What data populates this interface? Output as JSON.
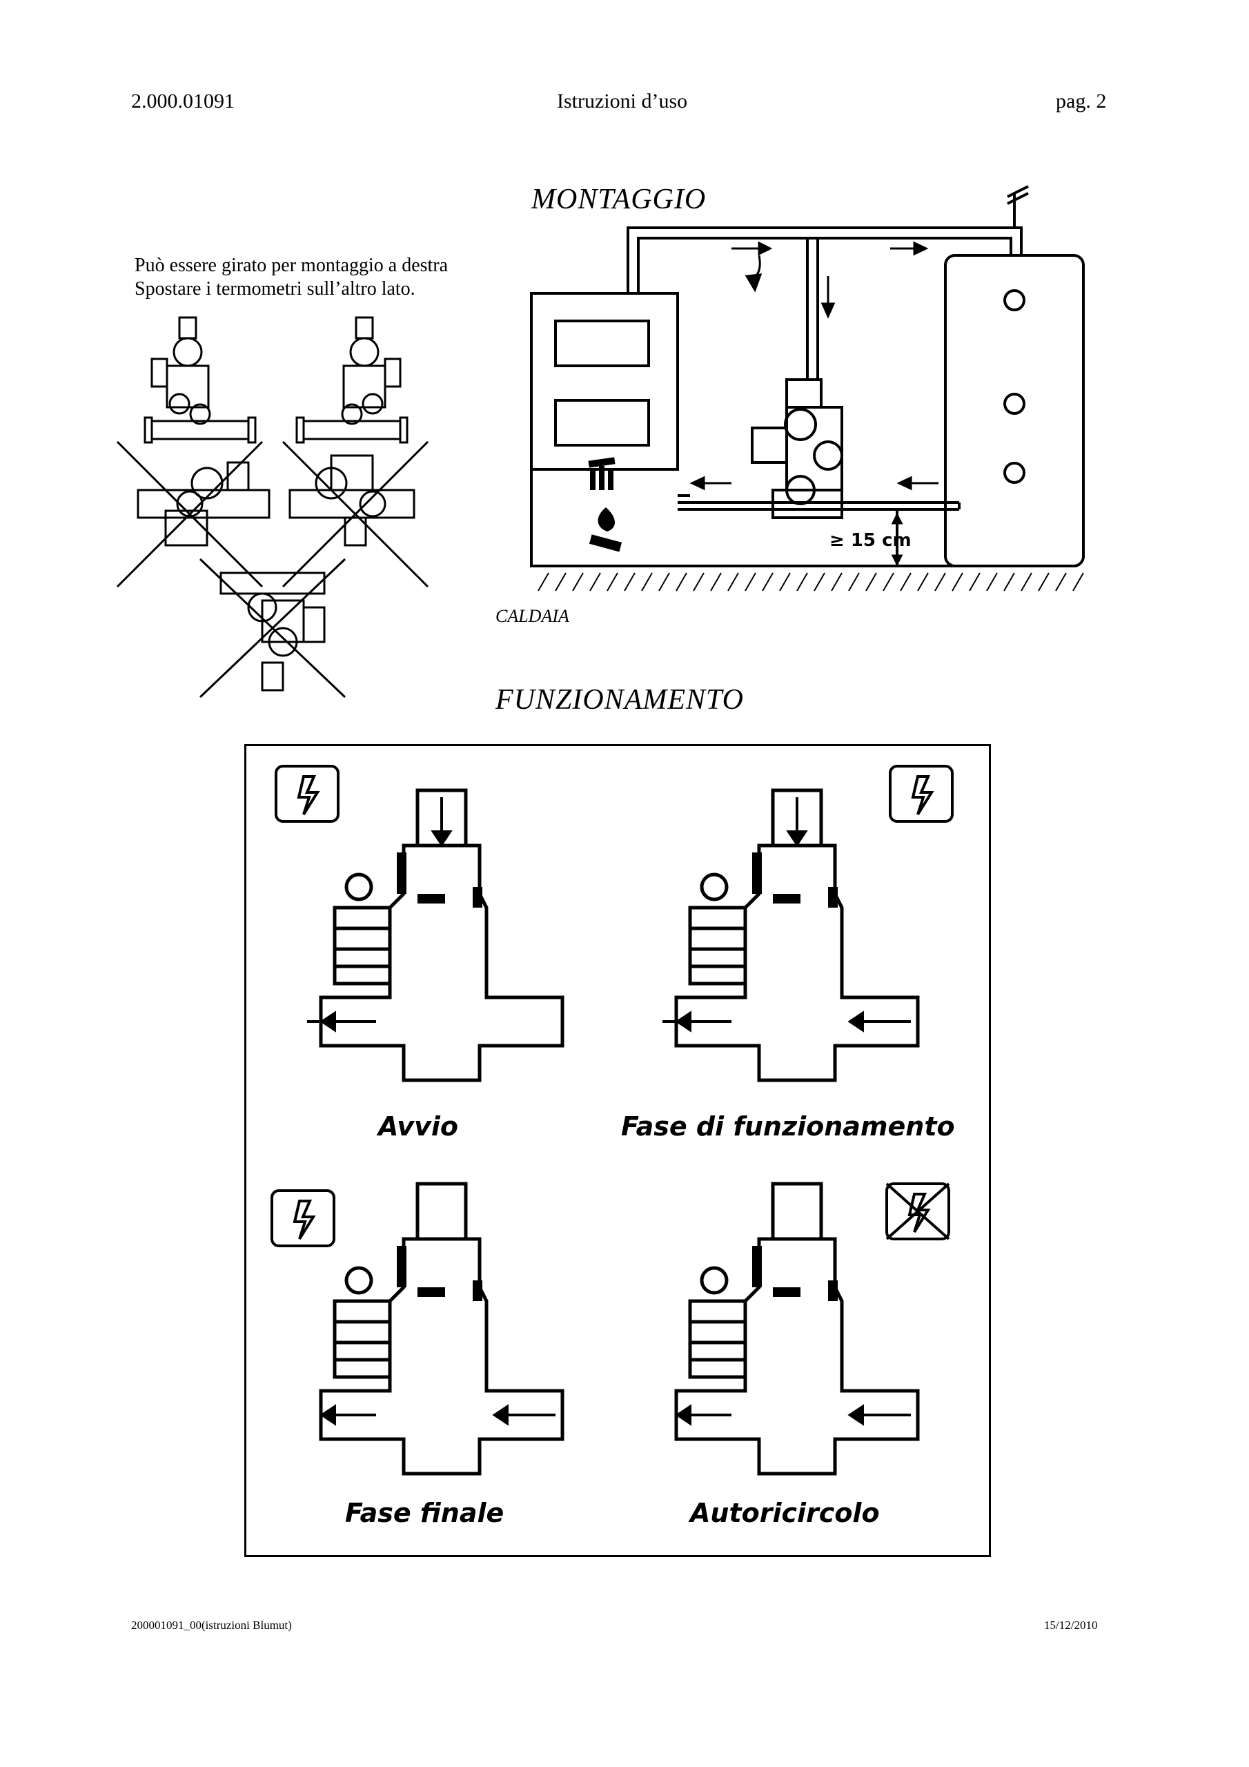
{
  "header": {
    "doc_code": "2.000.01091",
    "doc_title": "Istruzioni d’uso",
    "page": "pag. 2"
  },
  "montaggio": {
    "title": "MONTAGGIO",
    "note_line1": "Può essere girato per montaggio a destra",
    "note_line2": "Spostare i termometri sull’altro lato.",
    "boiler_label": "CALDAIA",
    "distance_label": "≥ 15 cm"
  },
  "funzionamento": {
    "title": "FUNZIONAMENTO",
    "phases": [
      {
        "caption": "Avvio",
        "power": "on"
      },
      {
        "caption": "Fase di funzionamento",
        "power": "on"
      },
      {
        "caption": "Fase finale",
        "power": "on"
      },
      {
        "caption": "Autoricircolo",
        "power": "off"
      }
    ]
  },
  "footer": {
    "file_ref": "200001091_00(istruzioni Blumut)",
    "date": "15/12/2010"
  }
}
